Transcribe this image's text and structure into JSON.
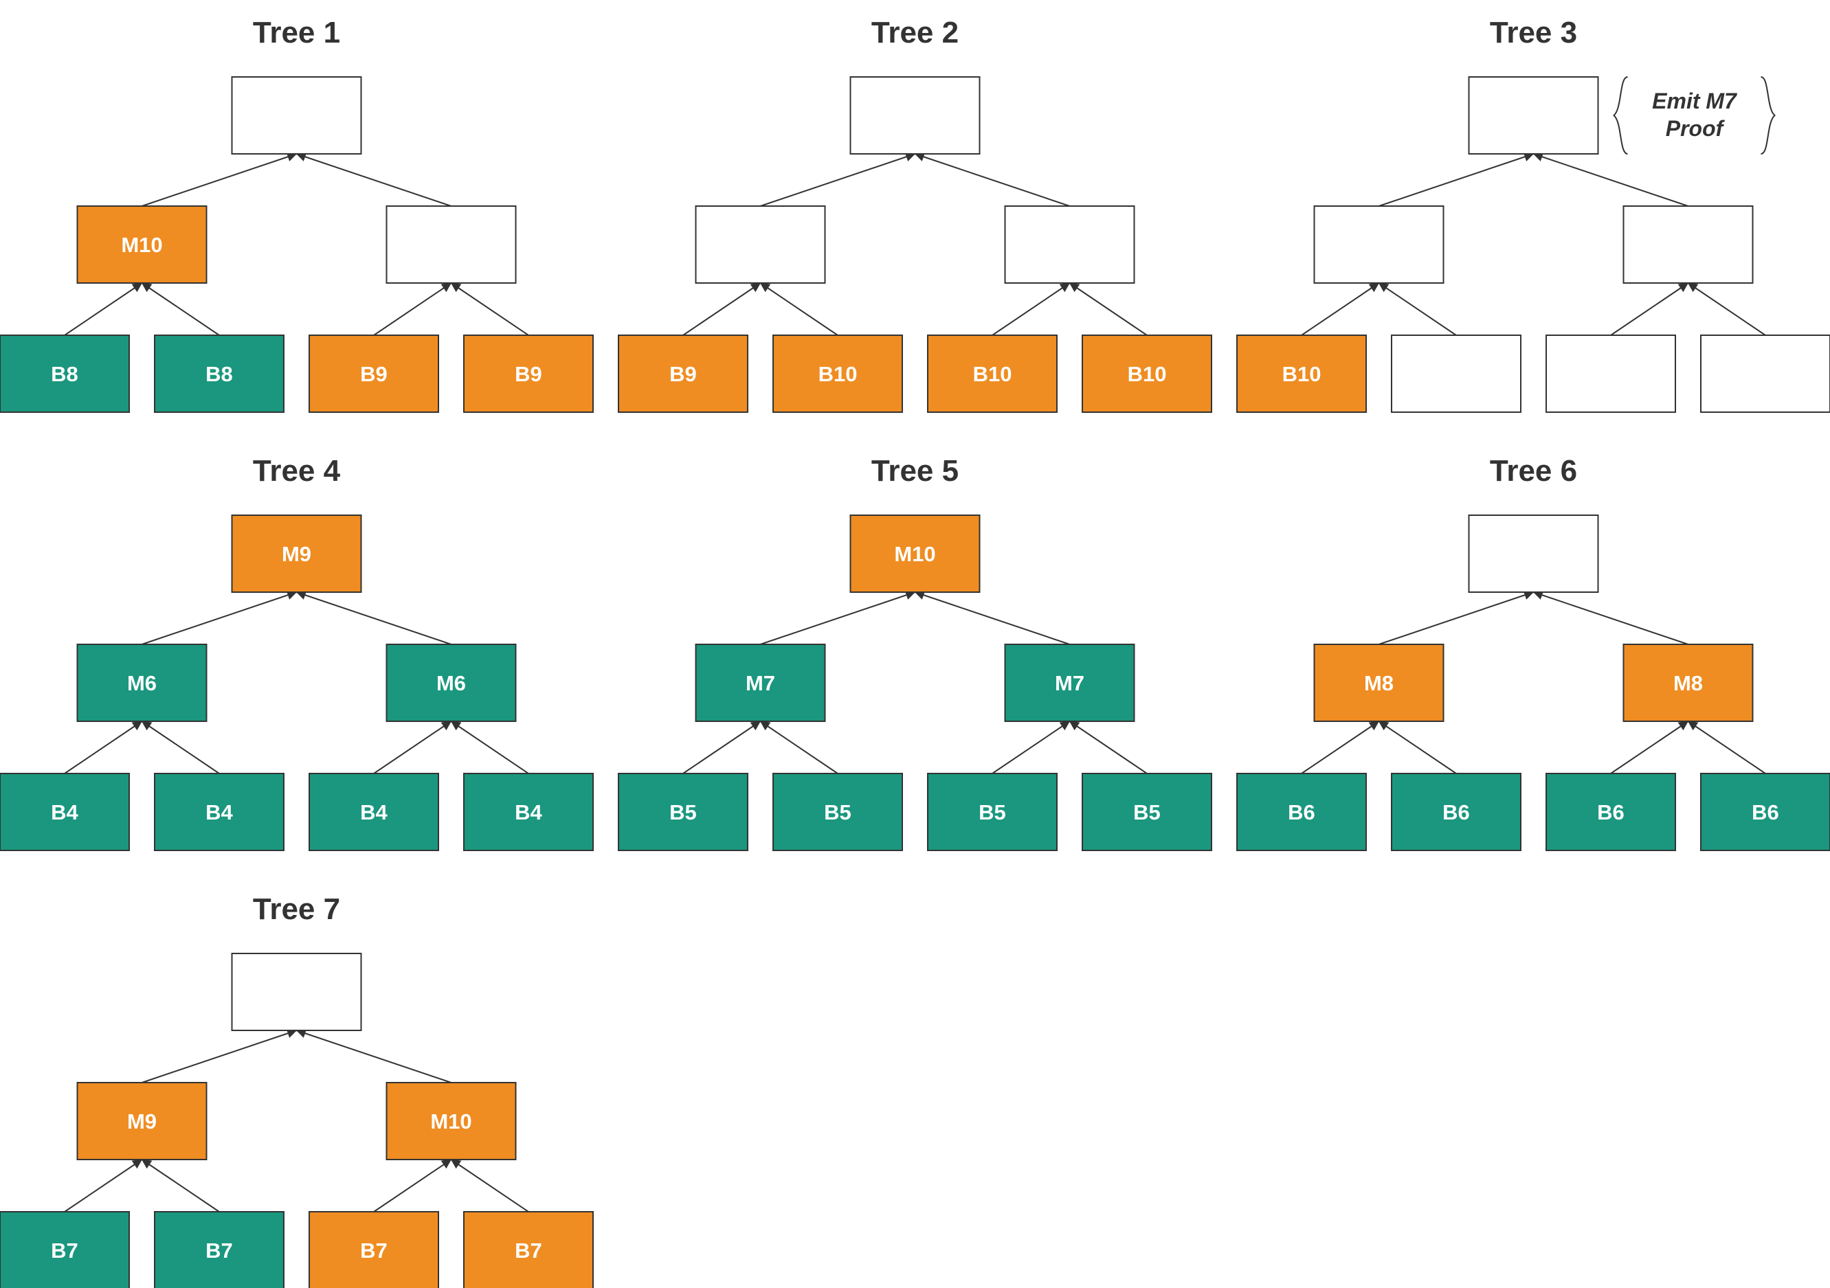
{
  "colors": {
    "orange": "#EF8D22",
    "teal": "#1A977E",
    "empty": "#FFFFFF",
    "stroke": "#333333",
    "title": "#333333"
  },
  "trees": [
    {
      "title": "Tree 1",
      "levels": [
        [
          {
            "label": "",
            "fill": "empty"
          }
        ],
        [
          {
            "label": "M10",
            "fill": "orange"
          },
          {
            "label": "",
            "fill": "empty"
          }
        ],
        [
          {
            "label": "B8",
            "fill": "teal"
          },
          {
            "label": "B8",
            "fill": "teal"
          },
          {
            "label": "B9",
            "fill": "orange"
          },
          {
            "label": "B9",
            "fill": "orange"
          }
        ]
      ]
    },
    {
      "title": "Tree 2",
      "levels": [
        [
          {
            "label": "",
            "fill": "empty"
          }
        ],
        [
          {
            "label": "",
            "fill": "empty"
          },
          {
            "label": "",
            "fill": "empty"
          }
        ],
        [
          {
            "label": "B9",
            "fill": "orange"
          },
          {
            "label": "B10",
            "fill": "orange"
          },
          {
            "label": "B10",
            "fill": "orange"
          },
          {
            "label": "B10",
            "fill": "orange"
          }
        ]
      ]
    },
    {
      "title": "Tree 3",
      "note": [
        "Emit M7",
        "Proof"
      ],
      "levels": [
        [
          {
            "label": "",
            "fill": "empty"
          }
        ],
        [
          {
            "label": "",
            "fill": "empty"
          },
          {
            "label": "",
            "fill": "empty"
          }
        ],
        [
          {
            "label": "B10",
            "fill": "orange"
          },
          {
            "label": "",
            "fill": "empty"
          },
          {
            "label": "",
            "fill": "empty"
          },
          {
            "label": "",
            "fill": "empty"
          }
        ]
      ]
    },
    {
      "title": "Tree 4",
      "levels": [
        [
          {
            "label": "M9",
            "fill": "orange"
          }
        ],
        [
          {
            "label": "M6",
            "fill": "teal"
          },
          {
            "label": "M6",
            "fill": "teal"
          }
        ],
        [
          {
            "label": "B4",
            "fill": "teal"
          },
          {
            "label": "B4",
            "fill": "teal"
          },
          {
            "label": "B4",
            "fill": "teal"
          },
          {
            "label": "B4",
            "fill": "teal"
          }
        ]
      ]
    },
    {
      "title": "Tree 5",
      "levels": [
        [
          {
            "label": "M10",
            "fill": "orange"
          }
        ],
        [
          {
            "label": "M7",
            "fill": "teal"
          },
          {
            "label": "M7",
            "fill": "teal"
          }
        ],
        [
          {
            "label": "B5",
            "fill": "teal"
          },
          {
            "label": "B5",
            "fill": "teal"
          },
          {
            "label": "B5",
            "fill": "teal"
          },
          {
            "label": "B5",
            "fill": "teal"
          }
        ]
      ]
    },
    {
      "title": "Tree 6",
      "levels": [
        [
          {
            "label": "",
            "fill": "empty"
          }
        ],
        [
          {
            "label": "M8",
            "fill": "orange"
          },
          {
            "label": "M8",
            "fill": "orange"
          }
        ],
        [
          {
            "label": "B6",
            "fill": "teal"
          },
          {
            "label": "B6",
            "fill": "teal"
          },
          {
            "label": "B6",
            "fill": "teal"
          },
          {
            "label": "B6",
            "fill": "teal"
          }
        ]
      ]
    },
    {
      "title": "Tree 7",
      "levels": [
        [
          {
            "label": "",
            "fill": "empty"
          }
        ],
        [
          {
            "label": "M9",
            "fill": "orange"
          },
          {
            "label": "M10",
            "fill": "orange"
          }
        ],
        [
          {
            "label": "B7",
            "fill": "teal"
          },
          {
            "label": "B7",
            "fill": "teal"
          },
          {
            "label": "B7",
            "fill": "orange"
          },
          {
            "label": "B7",
            "fill": "orange"
          }
        ]
      ]
    }
  ]
}
